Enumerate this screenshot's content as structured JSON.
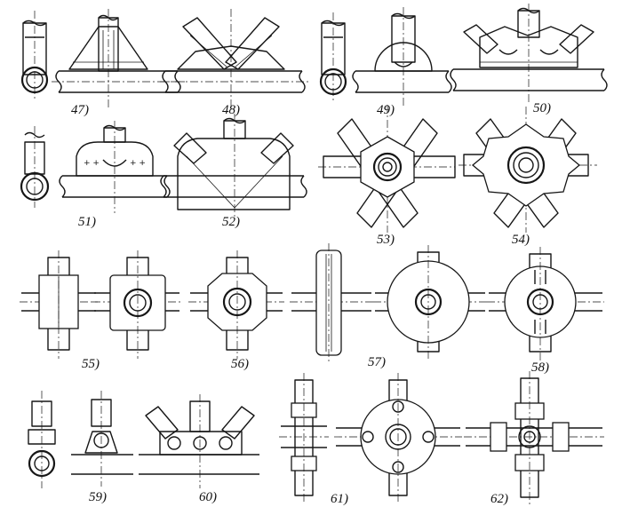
{
  "figures": [
    {
      "label": "47)"
    },
    {
      "label": "48)"
    },
    {
      "label": "49)"
    },
    {
      "label": "50)"
    },
    {
      "label": "51)"
    },
    {
      "label": "52)"
    },
    {
      "label": "53)"
    },
    {
      "label": "54)"
    },
    {
      "label": "55)"
    },
    {
      "label": "56)"
    },
    {
      "label": "57)"
    },
    {
      "label": "58)"
    },
    {
      "label": "59)"
    },
    {
      "label": "60)"
    },
    {
      "label": "61)"
    },
    {
      "label": "62)"
    }
  ]
}
